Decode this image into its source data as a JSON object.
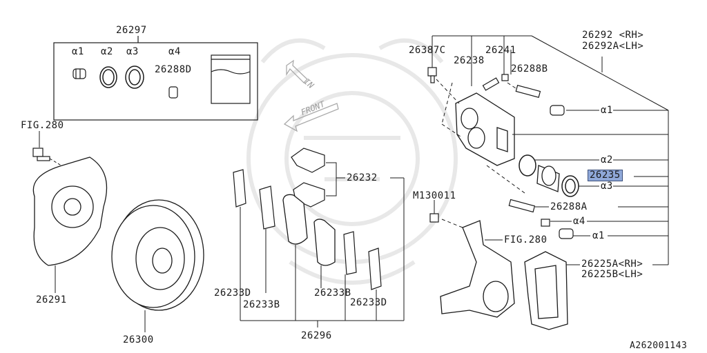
{
  "labels": {
    "kit_26297": "26297",
    "a1_top": "α1",
    "a2_top": "α2",
    "a3_top": "α3",
    "a4_top": "α4",
    "kit_26288D": "26288D",
    "fig280_left": "FIG.280",
    "shield_26291": "26291",
    "rotor_26300": "26300",
    "in": "IN",
    "front": "FRONT",
    "clip_26232": "26232",
    "pad_26233D_left": "26233D",
    "pad_26233B_left": "26233B",
    "pad_26233B_right": "26233B",
    "pad_26233D_right": "26233D",
    "pad_kit_26296": "26296",
    "bolt_26387C": "26387C",
    "pin_26238": "26238",
    "bleeder_26241": "26241",
    "pin_26288B": "26288B",
    "caliper_26292_rh": "26292 <RH>",
    "caliper_26292A_lh": "26292A<LH>",
    "a1_right_1": "α1",
    "a2_right": "α2",
    "piston_26235": "26235",
    "a3_right": "α3",
    "bolt_M130011": "M130011",
    "pin_26288A": "26288A",
    "a4_right": "α4",
    "a1_right_2": "α1",
    "fig280_right": "FIG.280",
    "bracket_26225A_rh": "26225A<RH>",
    "bracket_26225B_lh": "26225B<LH>",
    "diagram_id": "A262001143"
  },
  "colors": {
    "line": "#1a1a1a",
    "highlight": "#8fa8d8",
    "watermark": "#e6e6e6"
  }
}
